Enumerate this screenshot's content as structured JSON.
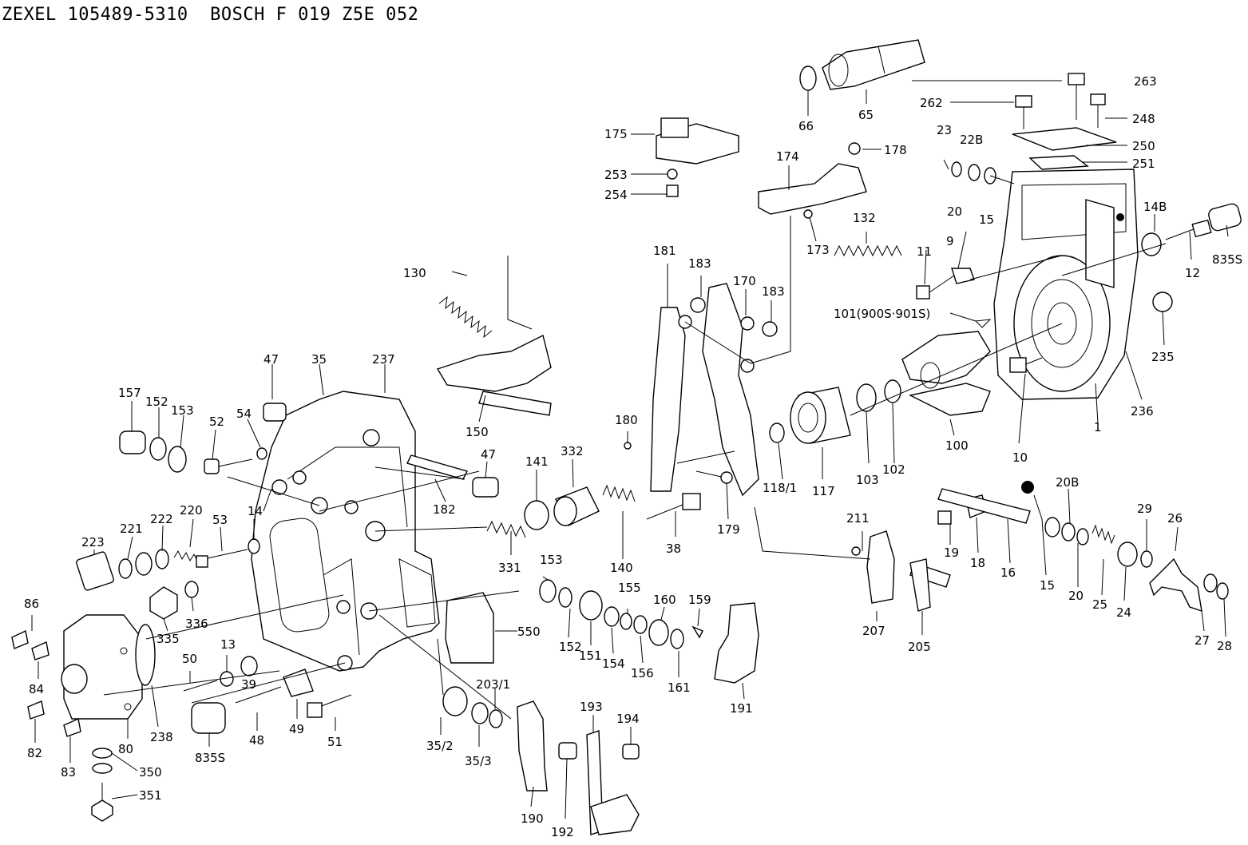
{
  "title": "ZEXEL 105489-5310  BOSCH F 019 Z5E 052",
  "part_labels": [
    "263",
    "262",
    "248",
    "250",
    "251",
    "23",
    "22B",
    "20",
    "15",
    "14B",
    "835S",
    "12",
    "9",
    "11",
    "101(900S·901S)",
    "235",
    "236",
    "1",
    "10",
    "66",
    "65",
    "175",
    "253",
    "254",
    "178",
    "174",
    "173",
    "132",
    "130",
    "181",
    "183",
    "170",
    "183",
    "180",
    "179",
    "38",
    "150",
    "118/1",
    "117",
    "103",
    "102",
    "100",
    "47",
    "35",
    "237",
    "157",
    "152",
    "153",
    "52",
    "54",
    "47",
    "182",
    "141",
    "332",
    "331",
    "140",
    "223",
    "221",
    "222",
    "220",
    "53",
    "14",
    "86",
    "84",
    "82",
    "83",
    "80",
    "238",
    "350",
    "351",
    "335",
    "336",
    "13",
    "39",
    "50",
    "835S",
    "48",
    "49",
    "51",
    "153",
    "152",
    "151",
    "154",
    "155",
    "156",
    "160",
    "159",
    "161",
    "191",
    "550",
    "35/2",
    "35/3",
    "203/1",
    "190",
    "192",
    "193",
    "194",
    "211",
    "207",
    "205",
    "19",
    "18",
    "16",
    "15",
    "20B",
    "20",
    "25",
    "24",
    "29",
    "26",
    "27",
    "28"
  ]
}
